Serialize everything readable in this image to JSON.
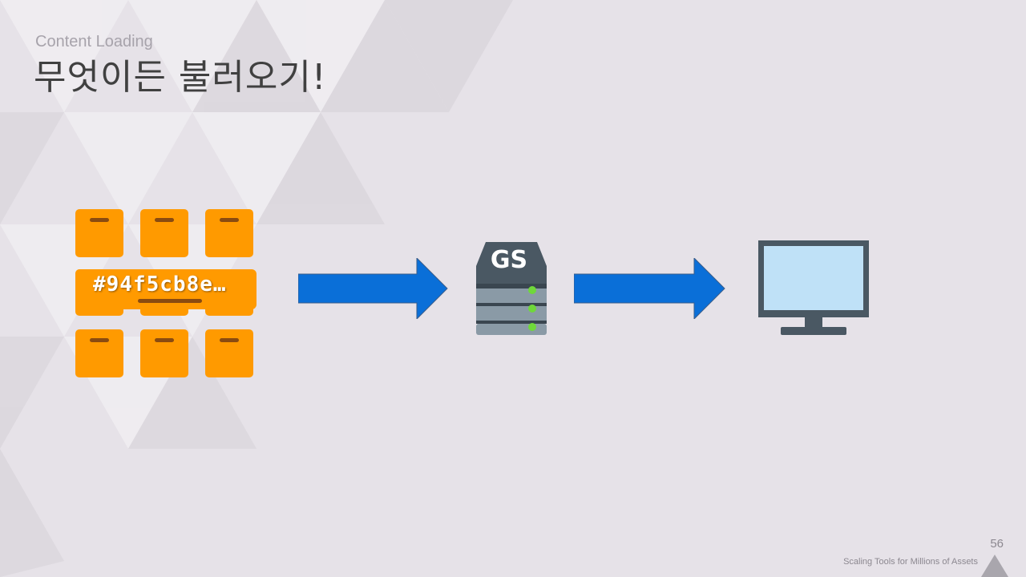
{
  "slide": {
    "subtitle": "Content Loading",
    "title": "무엇이든 불러오기!",
    "page_number": "56",
    "footer": "Scaling Tools for Millions of Assets"
  },
  "diagram": {
    "hash_label": "#94f5cb8e…",
    "server_label": "GS",
    "colors": {
      "box": "#ff9a00",
      "arrow": "#0a6fd8",
      "server_dark": "#4a5863",
      "server_light": "#8a9aa6",
      "led": "#6fd83a",
      "monitor_frame": "#4a5863",
      "monitor_screen": "#bfe1f7"
    }
  }
}
